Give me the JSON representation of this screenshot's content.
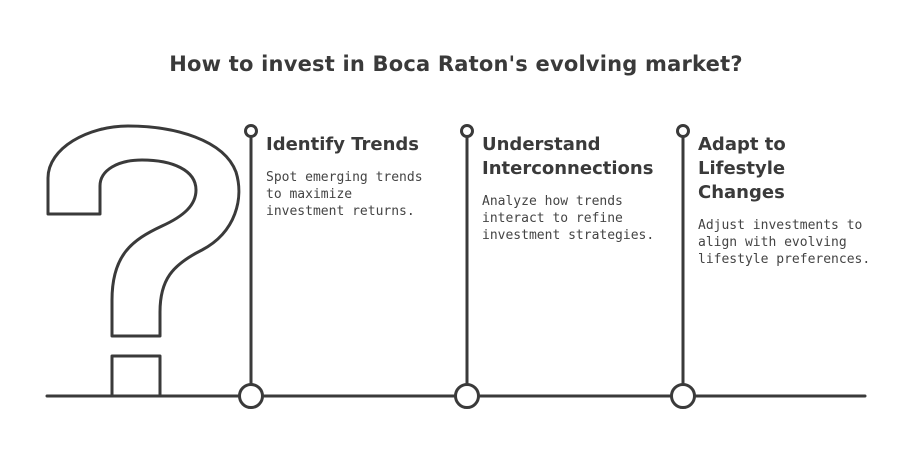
{
  "title": "How to invest in Boca Raton's evolving market?",
  "steps": [
    {
      "heading": "Identify Trends",
      "description": "Spot emerging trends\nto maximize\ninvestment returns."
    },
    {
      "heading": "Understand\nInterconnections",
      "description": "Analyze how trends\ninteract to refine\ninvestment strategies."
    },
    {
      "heading": "Adapt to\nLifestyle\nChanges",
      "description": "Adjust investments to\nalign with evolving\nlifestyle preferences."
    }
  ],
  "colors": {
    "stroke": "#3a3a3a",
    "text": "#3a3a3a",
    "background": "#ffffff"
  },
  "icons": [
    "question-mark-icon"
  ]
}
